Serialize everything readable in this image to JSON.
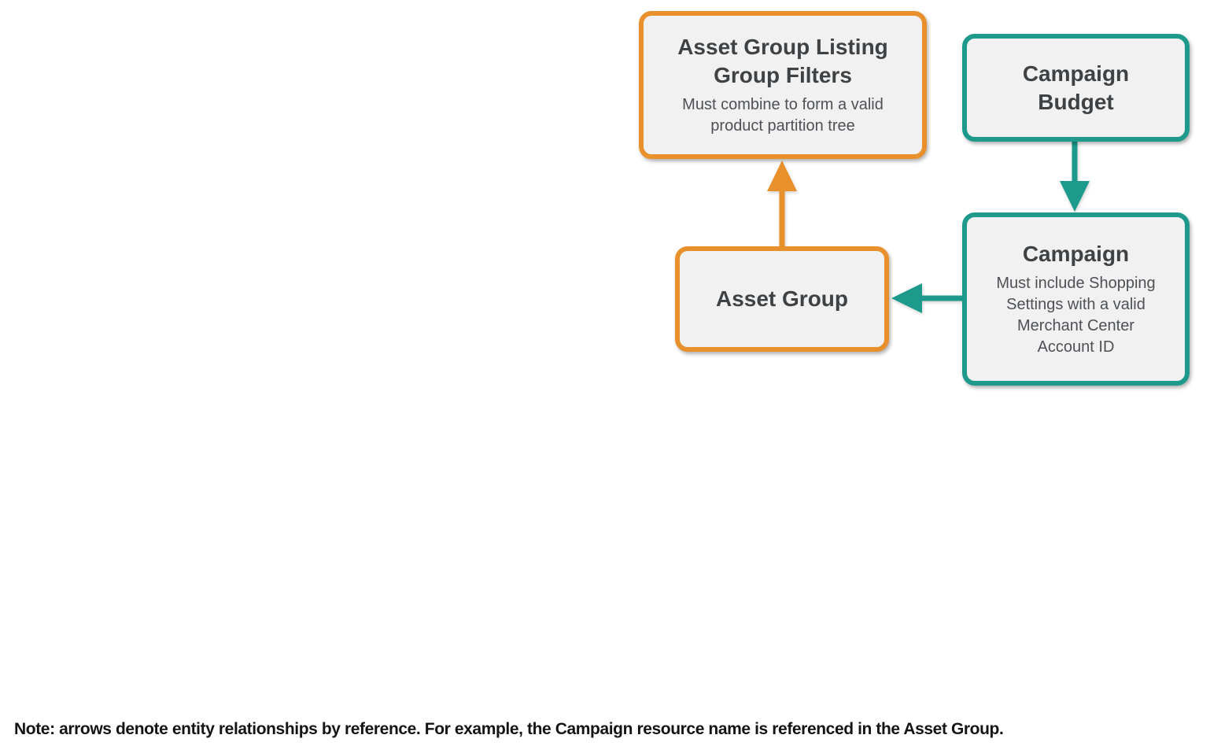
{
  "colors": {
    "orange": "#E8902C",
    "teal": "#1E9A8C",
    "box_fill": "#F1F1F1",
    "title_text": "#3E4245",
    "subtitle_text": "#4D5156",
    "note_text": "#141414",
    "background": "#FFFFFF"
  },
  "diagram": {
    "nodes": {
      "asset_group_listing_group_filters": {
        "title": "Asset Group Listing Group Filters",
        "subtitle": "Must combine to form a valid product partition tree",
        "accent": "orange"
      },
      "campaign_budget": {
        "title": "Campaign Budget",
        "subtitle": "",
        "accent": "teal"
      },
      "asset_group": {
        "title": "Asset Group",
        "subtitle": "",
        "accent": "orange"
      },
      "campaign": {
        "title": "Campaign",
        "subtitle": "Must include Shopping Settings with a valid Merchant Center Account ID",
        "accent": "teal"
      }
    },
    "edges": [
      {
        "from": "asset_group",
        "to": "asset_group_listing_group_filters",
        "color": "orange",
        "direction": "up"
      },
      {
        "from": "campaign_budget",
        "to": "campaign",
        "color": "teal",
        "direction": "down"
      },
      {
        "from": "campaign",
        "to": "asset_group",
        "color": "teal",
        "direction": "left"
      }
    ]
  },
  "note": "Note: arrows denote entity relationships by reference. For example, the Campaign resource name is referenced in the Asset Group."
}
